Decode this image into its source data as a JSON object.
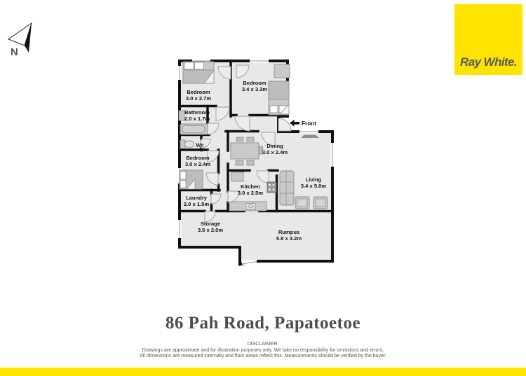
{
  "brand": {
    "logo_text": "Ray White.",
    "yellow": "#ffe400",
    "logo_text_color": "#5a5a64"
  },
  "compass": {
    "label": "N"
  },
  "plan": {
    "front_label": "Front",
    "wall_color": "#111111",
    "floor_color": "#e8e8e8",
    "rooms": [
      {
        "name": "Bedroom",
        "dims": "3.0 x 2.7m"
      },
      {
        "name": "Bedroom",
        "dims": "3.4 x 3.3m"
      },
      {
        "name": "Bathroom",
        "dims": "2.0 x 1.7m"
      },
      {
        "name": "Wc",
        "dims": ""
      },
      {
        "name": "Bedroom",
        "dims": "3.0 x 2.4m"
      },
      {
        "name": "Laundry",
        "dims": "2.0 x 1.5m"
      },
      {
        "name": "Storage",
        "dims": "3.5 x 2.0m"
      },
      {
        "name": "Dining",
        "dims": "3.0 x 2.4m"
      },
      {
        "name": "Kitchen",
        "dims": "3.0 x 2.5m"
      },
      {
        "name": "Living",
        "dims": "3.4 x 5.0m"
      },
      {
        "name": "Rumpus",
        "dims": "5.8 x 3.2m"
      }
    ]
  },
  "footer": {
    "address": "86 Pah Road, Papatoetoe",
    "disclaimer_heading": "DISCLAIMER:",
    "disclaimer_line1": "Drawings are approximate and for illustration purposes only. We take no responsibility for omissions and errors.",
    "disclaimer_line2": "All dimensions are measured internally and floor areas reflect this. Measurements should be verified by the buyer."
  }
}
